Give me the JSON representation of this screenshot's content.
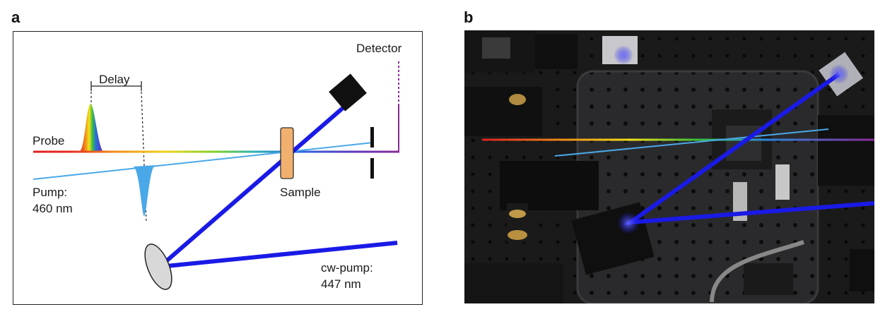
{
  "panels": {
    "a": {
      "letter": "a"
    },
    "b": {
      "letter": "b"
    }
  },
  "diagram": {
    "delay_label": "Delay",
    "probe_label": "Probe",
    "pump_label_line1": "Pump:",
    "pump_label_line2": "460 nm",
    "sample_label": "Sample",
    "detector_label": "Detector",
    "cw_pump_label_line1": "cw-pump:",
    "cw_pump_label_line2": "447 nm"
  },
  "colors": {
    "probe_red": "#e02020",
    "pump_light_blue": "#4aa8e8",
    "cw_pump_blue": "#1a1ae6",
    "sample_fill": "#f2b06e",
    "detector_purple": "#8a2a9a",
    "mirror_fill": "#d8d8d8"
  }
}
